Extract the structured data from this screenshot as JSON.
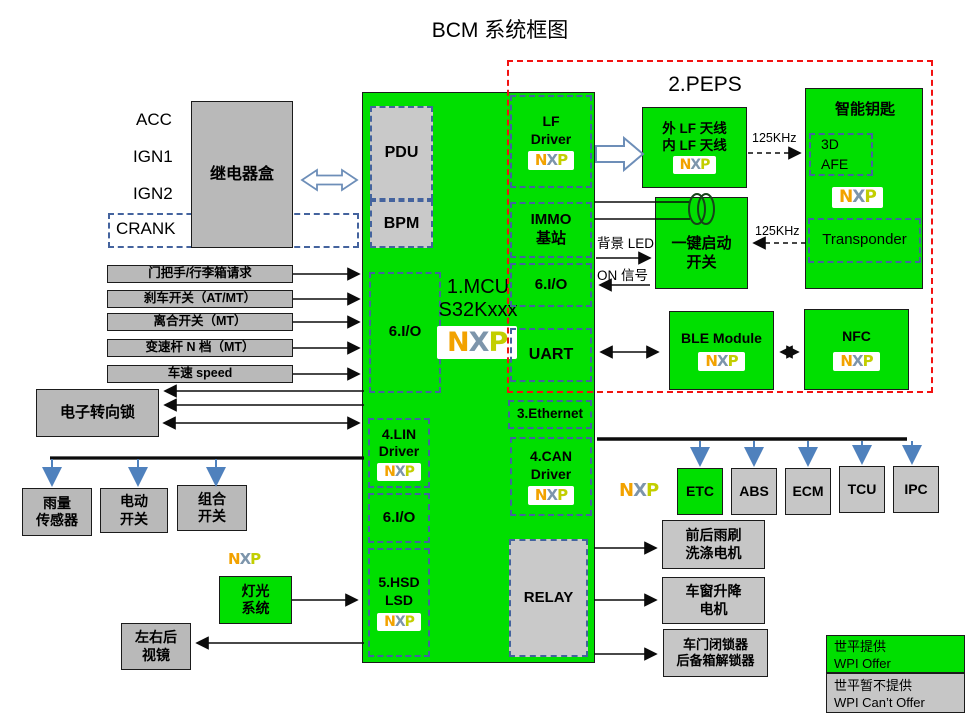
{
  "brand": {
    "n": "N",
    "x": "X",
    "p": "P"
  },
  "title": "BCM 系统框图",
  "left": {
    "power_labels": [
      "ACC",
      "IGN1",
      "IGN2",
      "CRANK"
    ],
    "relay_box": "继电器盒",
    "input_bars": [
      "门把手/行李箱请求",
      "刹车开关（AT/MT）",
      "离合开关（MT）",
      "变速杆 N 档（MT）",
      "车速 speed"
    ],
    "steering_lock": "电子转向锁",
    "rain_sensor": {
      "line1": "雨量",
      "line2": "传感器"
    },
    "electric_switch": {
      "line1": "电动",
      "line2": "开关"
    },
    "combo_switch": {
      "line1": "组合",
      "line2": "开关"
    },
    "light_system": {
      "line1": "灯光",
      "line2": "系统"
    },
    "mirrors": {
      "line1": "左右后",
      "line2": "视镜"
    }
  },
  "mcu": {
    "name_line1": "1.MCU",
    "name_line2": "S32Kxxx",
    "pdu": "PDU",
    "bpm": "BPM",
    "io_left": "6.I/O",
    "lin": {
      "line1": "4.LIN",
      "line2": "Driver"
    },
    "io_left2": "6.I/O",
    "hsd": {
      "line1": "5.HSD",
      "line2": "LSD"
    },
    "lf_driver": {
      "line1": "LF",
      "line2": "Driver"
    },
    "immo": {
      "line1": "IMMO",
      "line2": "基站"
    },
    "io_right": "6.I/O",
    "uart": "UART",
    "ethernet": "3.Ethernet",
    "can": {
      "line1": "4.CAN",
      "line2": "Driver"
    },
    "relay": "RELAY"
  },
  "peps": {
    "label": "2.PEPS",
    "antenna": {
      "line1": "外 LF 天线",
      "line2": "内 LF 天线"
    },
    "freq_top": "125KHz",
    "freq_bottom": "125KHz",
    "smart_key": {
      "title": "智能钥匙",
      "afe_line1": "3D",
      "afe_line2": "AFE",
      "transponder": "Transponder"
    },
    "start_switch": {
      "line1": "一键启动",
      "line2": "开关"
    },
    "bg_led": "背景 LED",
    "on_signal": "ON 信号",
    "ble": "BLE Module",
    "nfc": "NFC"
  },
  "can_bus": {
    "nodes": [
      "ETC",
      "ABS",
      "ECM",
      "TCU",
      "IPC"
    ]
  },
  "relay_loads": [
    {
      "line1": "前后雨刷",
      "line2": "洗涤电机"
    },
    {
      "line1": "车窗升降",
      "line2": "电机"
    },
    {
      "line1": "车门闭锁器",
      "line2": "后备箱解锁器"
    }
  ],
  "legend": {
    "offer": {
      "line1": "世平提供",
      "line2": "WPI Offer"
    },
    "not_offer": {
      "line1": "世平暂不提供",
      "line2": "WPI Can’t Offer"
    }
  }
}
